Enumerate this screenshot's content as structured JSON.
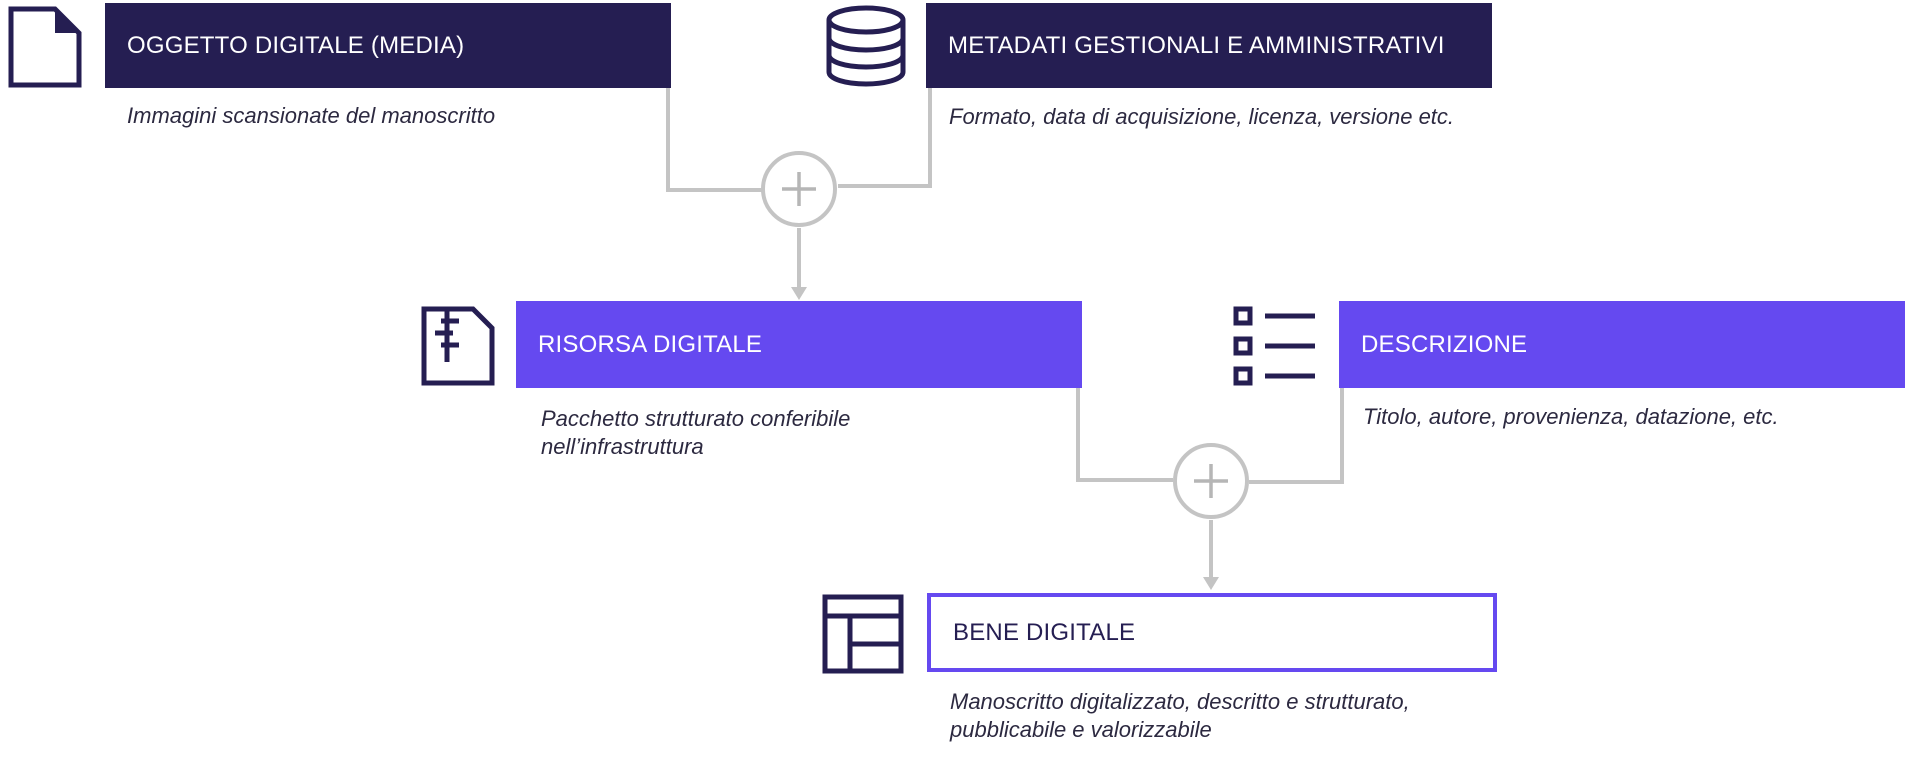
{
  "nodes": {
    "oggetto": {
      "title": "OGGETTO DIGITALE (MEDIA)",
      "desc": "Immagini scansionate del manoscritto",
      "icon": "document-icon"
    },
    "metadati": {
      "title": "METADATI GESTIONALI E AMMINISTRATIVI",
      "desc": "Formato, data di acquisizione, licenza, versione etc.",
      "icon": "database-icon"
    },
    "risorsa": {
      "title": "RISORSA DIGITALE",
      "desc_line1": "Pacchetto strutturato conferibile",
      "desc_line2": "nell’infrastruttura",
      "icon": "zip-file-icon"
    },
    "descrizione": {
      "title": "DESCRIZIONE",
      "desc": "Titolo, autore, provenienza, datazione, etc.",
      "icon": "checklist-icon"
    },
    "bene": {
      "title": "BENE DIGITALE",
      "desc_line1": "Manoscritto digitalizzato, descritto e strutturato,",
      "desc_line2": "pubblicabile e valorizzabile",
      "icon": "layout-icon"
    }
  },
  "connectors": [
    "plus-icon",
    "plus-icon"
  ],
  "colors": {
    "dark": "#251e52",
    "purple": "#6549f0",
    "connector": "#c4c4c4",
    "text": "#2c2940"
  }
}
